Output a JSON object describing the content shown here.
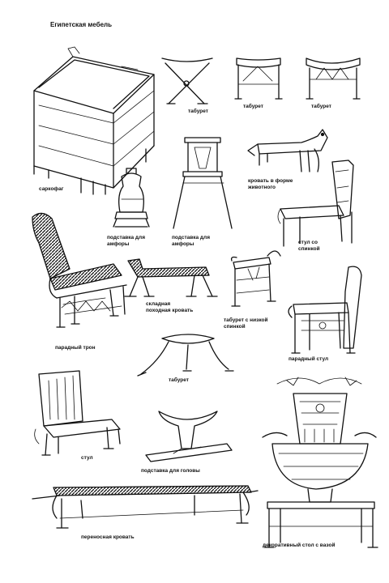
{
  "title": "Египетская мебель",
  "captions": {
    "sarcophagus": "саркофаг",
    "stool1": "табурет",
    "stool2": "табурет",
    "stool3": "табурет",
    "amphora_stand1": [
      "подставка для",
      "амфоры"
    ],
    "amphora_stand2": [
      "подставка для",
      "амфоры"
    ],
    "animal_bed": [
      "кровать в форме",
      "животного"
    ],
    "chair_back": [
      "стул со",
      "спинкой"
    ],
    "throne": "парадный трон",
    "folding_bed": [
      "складная",
      "походная кровать"
    ],
    "low_back_stool": [
      "табурет с низкой",
      "спинкой"
    ],
    "ceremonial_chair": "парадный стул",
    "stool4": "табурет",
    "chair": "стул",
    "headrest": "подставка для головы",
    "portable_bed": "переносная кровать",
    "vase_table": "декоративный стол с вазой"
  }
}
